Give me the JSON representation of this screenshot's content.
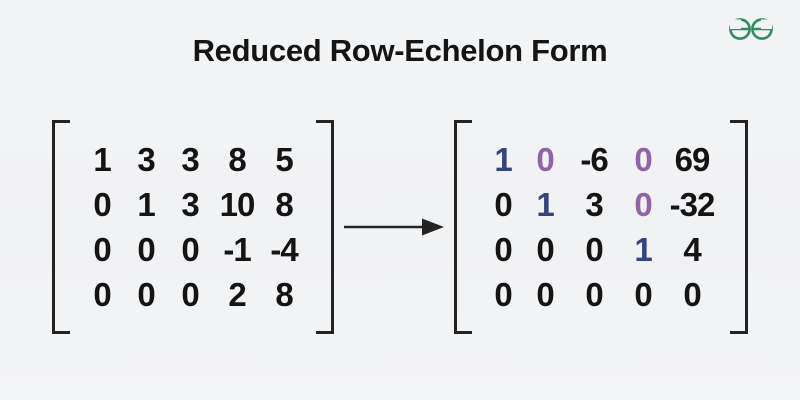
{
  "page": {
    "title": "Reduced Row-Echelon Form",
    "background_color": "#f2f3f5",
    "text_color": "#151515"
  },
  "logo": {
    "name": "geeksforgeeks-logo",
    "alt": "GeeksforGeeks",
    "color": "#2f8d5f"
  },
  "arrow": {
    "name": "transform-arrow",
    "direction": "right",
    "color": "#232323"
  },
  "colors": {
    "pivot_blue": "#33447f",
    "zeroed_purple": "#9263a8",
    "default_black": "#141414",
    "bracket": "#232323"
  },
  "matrices": [
    {
      "id": "input-matrix",
      "label": "Row-Echelon Form matrix",
      "rows": [
        [
          {
            "text": "1",
            "style": "default"
          },
          {
            "text": "3",
            "style": "default"
          },
          {
            "text": "3",
            "style": "default"
          },
          {
            "text": "8",
            "style": "default",
            "wide": true
          },
          {
            "text": "5",
            "style": "default"
          }
        ],
        [
          {
            "text": "0",
            "style": "default"
          },
          {
            "text": "1",
            "style": "default"
          },
          {
            "text": "3",
            "style": "default"
          },
          {
            "text": "10",
            "style": "default",
            "wide": true
          },
          {
            "text": "8",
            "style": "default"
          }
        ],
        [
          {
            "text": "0",
            "style": "default"
          },
          {
            "text": "0",
            "style": "default"
          },
          {
            "text": "0",
            "style": "default"
          },
          {
            "text": "-1",
            "style": "default",
            "wide": true
          },
          {
            "text": "-4",
            "style": "default"
          }
        ],
        [
          {
            "text": "0",
            "style": "default"
          },
          {
            "text": "0",
            "style": "default"
          },
          {
            "text": "0",
            "style": "default"
          },
          {
            "text": "2",
            "style": "default",
            "wide": true
          },
          {
            "text": "8",
            "style": "default"
          }
        ]
      ]
    },
    {
      "id": "output-matrix",
      "label": "Reduced Row-Echelon Form matrix",
      "rows": [
        [
          {
            "text": "1",
            "style": "pivot"
          },
          {
            "text": "0",
            "style": "zeroed"
          },
          {
            "text": "-6",
            "style": "default",
            "wide": true
          },
          {
            "text": "0",
            "style": "zeroed"
          },
          {
            "text": "69",
            "style": "default",
            "wide": true
          }
        ],
        [
          {
            "text": "0",
            "style": "default"
          },
          {
            "text": "1",
            "style": "pivot"
          },
          {
            "text": "3",
            "style": "default",
            "wide": true
          },
          {
            "text": "0",
            "style": "zeroed"
          },
          {
            "text": "-32",
            "style": "default",
            "wide": true
          }
        ],
        [
          {
            "text": "0",
            "style": "default"
          },
          {
            "text": "0",
            "style": "default"
          },
          {
            "text": "0",
            "style": "default",
            "wide": true
          },
          {
            "text": "1",
            "style": "pivot"
          },
          {
            "text": "4",
            "style": "default",
            "wide": true
          }
        ],
        [
          {
            "text": "0",
            "style": "default"
          },
          {
            "text": "0",
            "style": "default"
          },
          {
            "text": "0",
            "style": "default",
            "wide": true
          },
          {
            "text": "0",
            "style": "default"
          },
          {
            "text": "0",
            "style": "default",
            "wide": true
          }
        ]
      ]
    }
  ]
}
